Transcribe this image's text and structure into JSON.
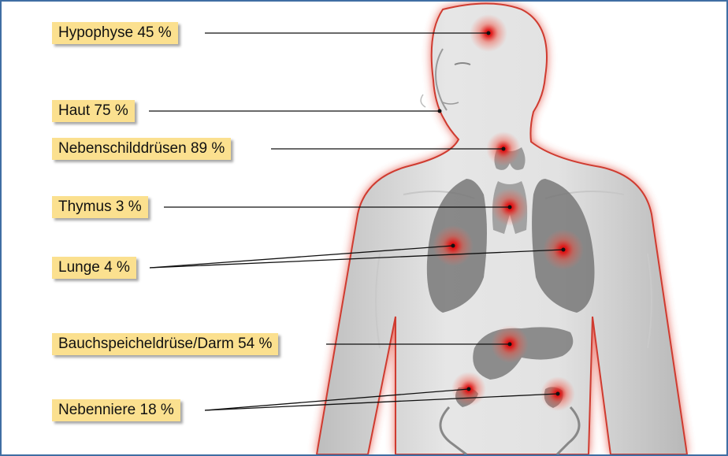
{
  "labels": [
    {
      "id": "hypophyse",
      "text": "Hypophyse 45 %"
    },
    {
      "id": "haut",
      "text": "Haut 75 %"
    },
    {
      "id": "nebenschilddruesen",
      "text": "Nebenschilddrüsen 89 %"
    },
    {
      "id": "thymus",
      "text": "Thymus 3 %"
    },
    {
      "id": "lunge",
      "text": "Lunge 4 %"
    },
    {
      "id": "bauchspeicheldruese",
      "text": "Bauchspeicheldrüse/Darm 54 %"
    },
    {
      "id": "nebenniere",
      "text": "Nebenniere 18 %"
    }
  ],
  "colors": {
    "label_bg": "#fbe08f",
    "frame": "#3f6ea3",
    "body_glow": "#e2483b",
    "hotspot": "#e11d1d"
  }
}
